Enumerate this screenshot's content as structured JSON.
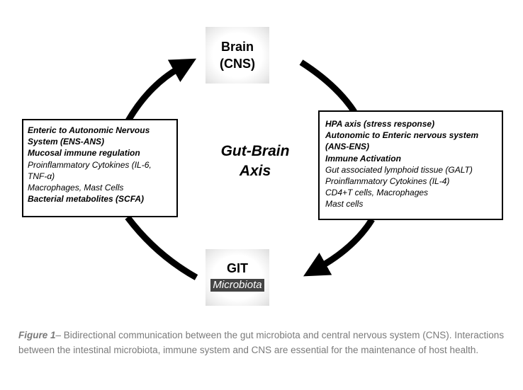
{
  "nodes": {
    "brain": {
      "line1": "Brain",
      "line2": "(CNS)"
    },
    "git": {
      "title": "GIT",
      "subtitle": "Microbiota"
    }
  },
  "center": {
    "line1": "Gut-Brain",
    "line2": "Axis"
  },
  "left_box": {
    "lines": [
      {
        "text": "Enteric to Autonomic Nervous",
        "bold": true
      },
      {
        "text": "System (ENS-ANS)",
        "bold": true
      },
      {
        "text": "Mucosal immune regulation",
        "bold": true
      },
      {
        "text": "Proinflammatory Cytokines (IL-6,",
        "bold": false
      },
      {
        "text": "TNF-α)",
        "bold": false
      },
      {
        "text": "Macrophages, Mast Cells",
        "bold": false
      },
      {
        "text": "Bacterial metabolites (SCFA)",
        "bold": true
      }
    ]
  },
  "right_box": {
    "lines": [
      {
        "text": "HPA axis (stress response)",
        "bold": true
      },
      {
        "text": "Autonomic to Enteric nervous system",
        "bold": true
      },
      {
        "text": "(ANS-ENS)",
        "bold": true
      },
      {
        "text": "Immune Activation",
        "bold": true
      },
      {
        "text": "Gut associated lymphoid tissue (GALT)",
        "bold": false
      },
      {
        "text": "Proinflammatory Cytokines (IL-4)",
        "bold": false
      },
      {
        "text": "CD4+T cells, Macrophages",
        "bold": false
      },
      {
        "text": "Mast cells",
        "bold": false
      }
    ]
  },
  "caption": {
    "label": "Figure 1",
    "text": "– Bidirectional communication between the gut microbiota and central nervous system (CNS). Interactions between the intestinal microbiota, immune system and CNS are essential for the maintenance of host health."
  }
}
